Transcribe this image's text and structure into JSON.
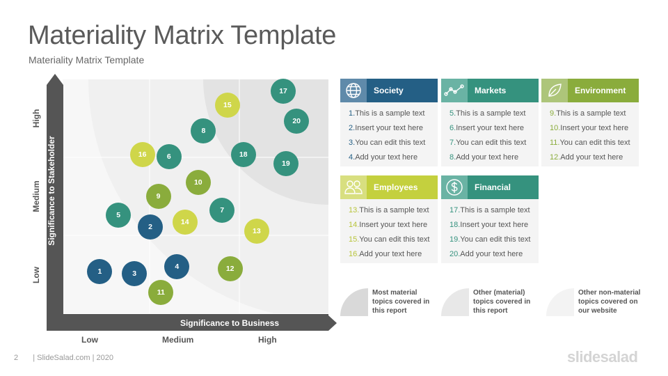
{
  "title": "Materiality Matrix Template",
  "subtitle": "Materiality Matrix Template",
  "matrix": {
    "x_axis_title": "Significance  to Business",
    "y_axis_title": "Significance  to Stakeholder",
    "x_ticks": [
      "Low",
      "Medium",
      "High"
    ],
    "y_ticks": [
      "High",
      "Medium",
      "Low"
    ],
    "bubbles": [
      {
        "n": "1",
        "x": 0.14,
        "y": 0.18,
        "color": "#245f85"
      },
      {
        "n": "2",
        "x": 0.33,
        "y": 0.37,
        "color": "#245f85"
      },
      {
        "n": "3",
        "x": 0.27,
        "y": 0.17,
        "color": "#245f85"
      },
      {
        "n": "4",
        "x": 0.43,
        "y": 0.2,
        "color": "#245f85"
      },
      {
        "n": "5",
        "x": 0.21,
        "y": 0.42,
        "color": "#35927e"
      },
      {
        "n": "6",
        "x": 0.4,
        "y": 0.67,
        "color": "#35927e"
      },
      {
        "n": "7",
        "x": 0.6,
        "y": 0.44,
        "color": "#35927e"
      },
      {
        "n": "8",
        "x": 0.53,
        "y": 0.78,
        "color": "#35927e"
      },
      {
        "n": "9",
        "x": 0.36,
        "y": 0.5,
        "color": "#8aac3c"
      },
      {
        "n": "10",
        "x": 0.51,
        "y": 0.56,
        "color": "#8aac3c"
      },
      {
        "n": "11",
        "x": 0.37,
        "y": 0.09,
        "color": "#8aac3c"
      },
      {
        "n": "12",
        "x": 0.63,
        "y": 0.19,
        "color": "#8aac3c"
      },
      {
        "n": "13",
        "x": 0.73,
        "y": 0.35,
        "color": "#cfd64a"
      },
      {
        "n": "14",
        "x": 0.46,
        "y": 0.39,
        "color": "#cfd64a"
      },
      {
        "n": "15",
        "x": 0.62,
        "y": 0.89,
        "color": "#cfd64a"
      },
      {
        "n": "16",
        "x": 0.3,
        "y": 0.68,
        "color": "#cfd64a"
      },
      {
        "n": "17",
        "x": 0.83,
        "y": 0.95,
        "color": "#35927e"
      },
      {
        "n": "18",
        "x": 0.68,
        "y": 0.68,
        "color": "#35927e"
      },
      {
        "n": "19",
        "x": 0.84,
        "y": 0.64,
        "color": "#35927e"
      },
      {
        "n": "20",
        "x": 0.88,
        "y": 0.82,
        "color": "#35927e"
      }
    ]
  },
  "cards": [
    {
      "title": "Society",
      "icon": "globe-icon",
      "color": "#245f85",
      "icon_bg": "#5f8aaa",
      "num_color": "#245f85",
      "items": [
        [
          "1.",
          "This is a sample text"
        ],
        [
          "2.",
          "Insert your text here"
        ],
        [
          "3.",
          "You can edit this text"
        ],
        [
          "4.",
          "Add your text here"
        ]
      ]
    },
    {
      "title": "Markets",
      "icon": "line-chart-icon",
      "color": "#35927e",
      "icon_bg": "#6ab3a4",
      "num_color": "#35927e",
      "items": [
        [
          "5.",
          "This is a sample text"
        ],
        [
          "6.",
          "Insert your text here"
        ],
        [
          "7.",
          "You can edit this text"
        ],
        [
          "8.",
          "Add your text here"
        ]
      ]
    },
    {
      "title": "Environment",
      "icon": "leaf-icon",
      "color": "#8aac3c",
      "icon_bg": "#adc57a",
      "num_color": "#8aac3c",
      "items": [
        [
          "9.",
          "This is a sample text"
        ],
        [
          "10.",
          "Insert your text here"
        ],
        [
          "11.",
          "You can edit this text"
        ],
        [
          "12.",
          "Add your text here"
        ]
      ]
    },
    {
      "title": "Employees",
      "icon": "people-icon",
      "color": "#c4d03e",
      "icon_bg": "#d8df80",
      "num_color": "#b8c43a",
      "items": [
        [
          "13.",
          "This is a sample text"
        ],
        [
          "14.",
          "Insert your text here"
        ],
        [
          "15.",
          "You can edit this text"
        ],
        [
          "16.",
          "Add your text here"
        ]
      ]
    },
    {
      "title": "Financial",
      "icon": "dollar-icon",
      "color": "#35927e",
      "icon_bg": "#6ab3a4",
      "num_color": "#35927e",
      "items": [
        [
          "17.",
          "This is a sample text"
        ],
        [
          "18.",
          "Insert your text here"
        ],
        [
          "19.",
          "You can edit this text"
        ],
        [
          "20.",
          "Add your text here"
        ]
      ]
    }
  ],
  "legend": [
    {
      "text": "Most material topics covered in this report",
      "color": "#d9d9d9"
    },
    {
      "text": "Other (material) topics covered in this report",
      "color": "#e8e8e8"
    },
    {
      "text": "Other non-material topics covered on our website",
      "color": "#f3f3f3"
    }
  ],
  "footer": {
    "page": "2",
    "source": "| SlideSalad.com | 2020"
  },
  "brand": "slidesalad"
}
